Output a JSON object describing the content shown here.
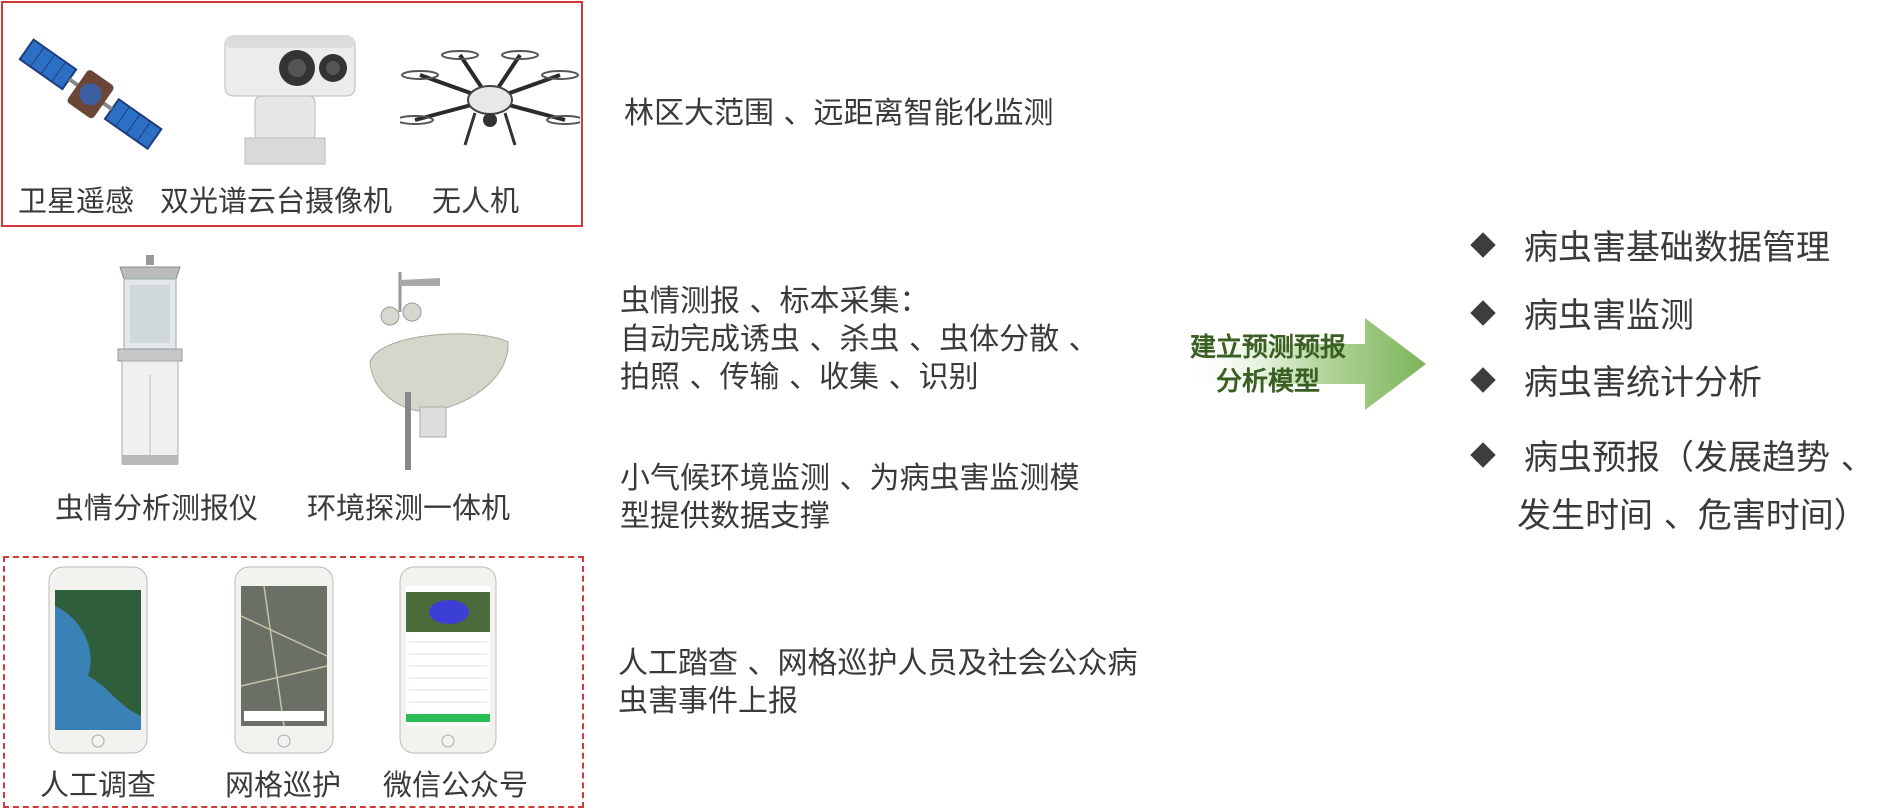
{
  "devices": {
    "satellite_label": "卫星遥感",
    "camera_label": "双光谱云台摄像机",
    "drone_label": "无人机",
    "insect_reporter_label": "虫情分析测报仪",
    "env_monitor_label": "环境探测一体机",
    "manual_survey_label": "人工调查",
    "grid_patrol_label": "网格巡护",
    "wechat_label": "微信公众号"
  },
  "descriptions": {
    "remote": "林区大范围 、远距离智能化监测",
    "insect_line1": "虫情测报 、标本采集：",
    "insect_line2": "自动完成诱虫 、杀虫 、虫体分散 、",
    "insect_line3": "拍照 、传输 、收集 、识别",
    "climate_line1": "小气候环境监测 、为病虫害监测模",
    "climate_line2": "型提供数据支撑",
    "manual_line1": "人工踏查 、网格巡护人员及社会公众病",
    "manual_line2": "虫害事件上报"
  },
  "arrow": {
    "line1": "建立预测预报",
    "line2": "分析模型",
    "color": "#7cb45a"
  },
  "outputs": [
    "病虫害基础数据管理",
    "病虫害监测",
    "病虫害统计分析",
    "病虫预报（发展趋势 、",
    "发生时间 、危害时间）"
  ],
  "colors": {
    "frame_red": "#d23a3a",
    "text": "#3a3a3a",
    "arrow_text": "#3a5f23"
  }
}
